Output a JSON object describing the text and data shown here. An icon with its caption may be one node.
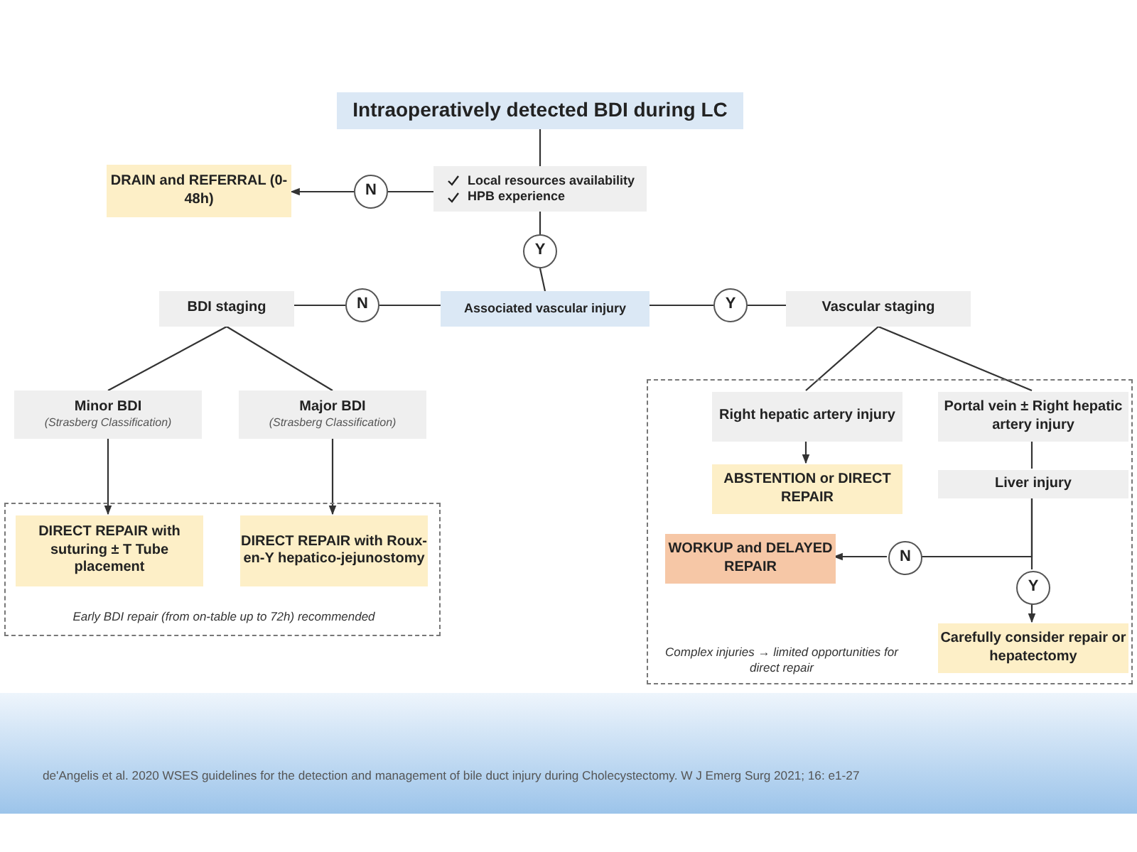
{
  "diagram": {
    "caption": "de'Angelis et al. 2020 WSES guidelines for the detection and management of bile duct injury during Cholecystectomy. W J Emerg Surg 2021; 16: e1-27",
    "nodes": [
      {
        "text": [
          "Intraoperatively detected BDI during LC"
        ]
      },
      {
        "text": [
          "Local resources availability",
          "HPB experience"
        ]
      },
      {
        "text": [
          "N"
        ]
      },
      {
        "text": [
          "DRAIN and REFERRAL (0-48h)"
        ]
      },
      {
        "text": [
          "Y"
        ]
      },
      {
        "text": [
          "Associated vascular injury"
        ]
      },
      {
        "text": [
          "N"
        ]
      },
      {
        "text": [
          "BDI staging"
        ]
      },
      {
        "text": [
          "Y"
        ]
      },
      {
        "text": [
          "Vascular staging"
        ]
      },
      {
        "text": [
          "Minor BDI",
          "(Strasberg Classification)"
        ]
      },
      {
        "text": [
          "Major BDI",
          "(Strasberg Classification)"
        ]
      },
      {
        "text": [
          "Early BDI repair (from on-table up to 72h) recommended"
        ]
      },
      {
        "text": [
          "DIRECT REPAIR with suturing ± T Tube placement"
        ],
        "in": 12
      },
      {
        "text": [
          "DIRECT REPAIR with Roux-en-Y hepatico-jejunostomy"
        ],
        "in": 12
      },
      {
        "text": [
          "Complex injuries → limited opportunities for direct repair"
        ]
      },
      {
        "text": [
          "Right hepatic artery injury"
        ],
        "in": 15
      },
      {
        "text": [
          "Portal vein ± Right hepatic artery injury"
        ],
        "in": 15
      },
      {
        "text": [
          "ABSTENTION or DIRECT REPAIR"
        ],
        "in": 15
      },
      {
        "text": [
          "Liver injury"
        ],
        "in": 15
      },
      {
        "text": [
          "N"
        ],
        "in": 15
      },
      {
        "text": [
          "WORKUP and DELAYED REPAIR"
        ],
        "in": 15
      },
      {
        "text": [
          "Y"
        ],
        "in": 15
      },
      {
        "text": [
          "Carefully consider repair or hepatectomy"
        ],
        "in": 15
      }
    ],
    "edges": [
      {
        "from": 0,
        "to": 1,
        "arrow": "none"
      },
      {
        "from": 1,
        "to": 2,
        "arrow": "none"
      },
      {
        "from": 2,
        "to": 3,
        "arrow": "to"
      },
      {
        "from": 1,
        "to": 4,
        "arrow": "none"
      },
      {
        "from": 4,
        "to": 5,
        "arrow": "none"
      },
      {
        "from": 5,
        "to": 6,
        "arrow": "none"
      },
      {
        "from": 6,
        "to": 7,
        "arrow": "none"
      },
      {
        "from": 5,
        "to": 8,
        "arrow": "none"
      },
      {
        "from": 8,
        "to": 9,
        "arrow": "none"
      },
      {
        "from": 7,
        "to": 10,
        "arrow": "none"
      },
      {
        "from": 7,
        "to": 11,
        "arrow": "none"
      },
      {
        "from": 10,
        "to": 13,
        "arrow": "to"
      },
      {
        "from": 11,
        "to": 14,
        "arrow": "to"
      },
      {
        "from": 9,
        "to": 16,
        "arrow": "none"
      },
      {
        "from": 9,
        "to": 17,
        "arrow": "none"
      },
      {
        "from": 16,
        "to": 18,
        "arrow": "to"
      },
      {
        "from": 17,
        "to": 19,
        "arrow": "none"
      },
      {
        "from": 19,
        "to": 20,
        "arrow": "none"
      },
      {
        "from": 20,
        "to": 21,
        "arrow": "to"
      },
      {
        "from": 19,
        "to": 22,
        "arrow": "none"
      },
      {
        "from": 22,
        "to": 23,
        "arrow": "to"
      }
    ]
  }
}
